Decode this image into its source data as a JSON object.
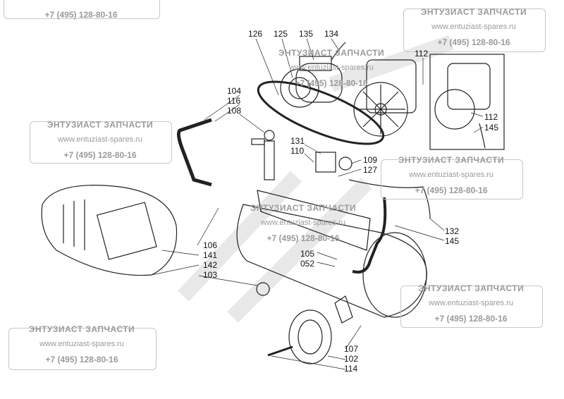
{
  "watermark": {
    "company": "ЭНТУЗИАСТ ЗАПЧАСТИ",
    "website": "www.entuziast-spares.ru",
    "phone": "+7 (495) 128-80-16"
  },
  "part_labels": {
    "p126": "126",
    "p125": "125",
    "p135": "135",
    "p134": "134",
    "p112a": "112",
    "p104": "104",
    "p116": "116",
    "p108": "108",
    "p131": "131",
    "p110": "110",
    "p109": "109",
    "p127": "127",
    "p112b": "112",
    "p145a": "145",
    "p106": "106",
    "p141": "141",
    "p142": "142",
    "p103": "103",
    "p105": "105",
    "p052": "052",
    "p132": "132",
    "p145b": "145",
    "p107": "107",
    "p102": "102",
    "p114": "114"
  },
  "colors": {
    "line": "#222222",
    "watermark": "#9a9a9a"
  }
}
